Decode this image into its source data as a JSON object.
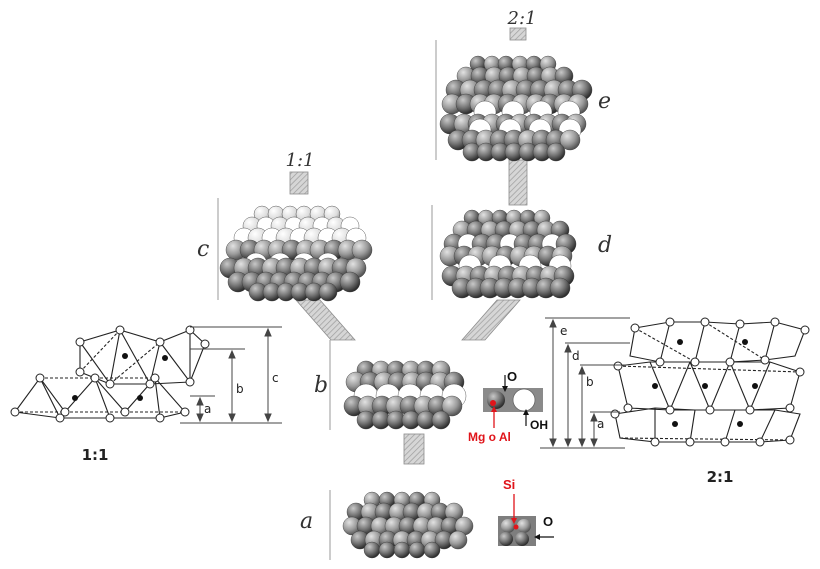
{
  "ratio_top": "2:1",
  "ratio_middle": "1:1",
  "ratio_left_bottom": "1:1",
  "ratio_right_bottom": "2:1",
  "stage_labels": [
    "a",
    "b",
    "c",
    "d",
    "e"
  ],
  "left_dims": [
    "a",
    "b",
    "c"
  ],
  "right_dims": [
    "a",
    "b",
    "d",
    "e"
  ],
  "annotations": {
    "o_upper": "O",
    "oh": "OH",
    "mg_al": "Mg o Al",
    "si": "Si",
    "o_lower": "O"
  },
  "colors": {
    "accent_red": "#e0141a",
    "sphere_dark": "#6e6e6e",
    "sphere_white": "#ffffff",
    "arrow_gray": "#b9b9b9"
  }
}
